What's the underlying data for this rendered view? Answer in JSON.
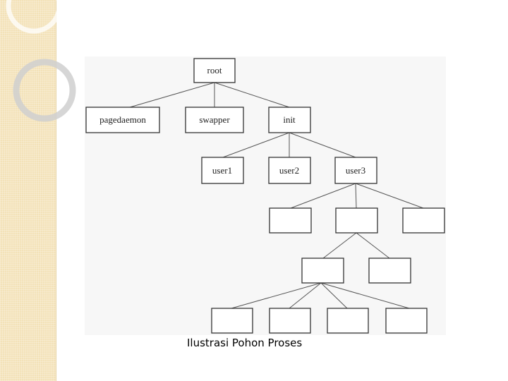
{
  "diagram": {
    "nodes": {
      "root": "root",
      "pagedaemon": "pagedaemon",
      "swapper": "swapper",
      "init": "init",
      "user1": "user1",
      "user2": "user2",
      "user3": "user3"
    }
  },
  "caption": "Ilustrasi Pohon Proses"
}
